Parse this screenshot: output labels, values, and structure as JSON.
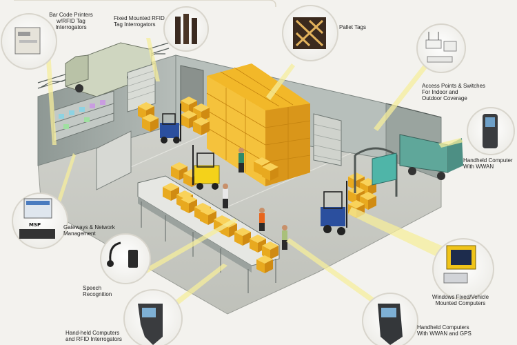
{
  "callouts": {
    "barcode_printers": [
      "Bar Code Printers",
      "w/RFID Tag",
      "Interrogators"
    ],
    "fixed_rfid": [
      "Fixed Mounted RFID",
      "Tag Interrogators"
    ],
    "pallet_tags": [
      "Pallet Tags"
    ],
    "access_points": [
      "Access Points & Switches",
      "For Indoor and",
      "Outdoor Coverage"
    ],
    "handheld_wwan": [
      "Handheld Computer",
      "With WWAN"
    ],
    "gateways": [
      "Gateways & Network",
      "Management"
    ],
    "msp_label": "MSP",
    "speech": [
      "Speech",
      "Recognition"
    ],
    "vehicle_computers": [
      "Windows Fixed/Vehicle",
      "Mounted Computers"
    ],
    "handheld_rfid": [
      "Hand-held Computers",
      "and RFID Interrogators"
    ],
    "handheld_gps": [
      "Handheld Computers",
      "With WWAN and GPS"
    ]
  },
  "colors": {
    "floor": "#c9cac4",
    "wall": "#a9b1ad",
    "box": "#f2b829",
    "box_dark": "#d6961a",
    "forklift_blue": "#2b4f9e",
    "forklift_yellow": "#f4d21a",
    "callout_ring": "#d8d5cc",
    "beam": "#f6ee9c"
  }
}
